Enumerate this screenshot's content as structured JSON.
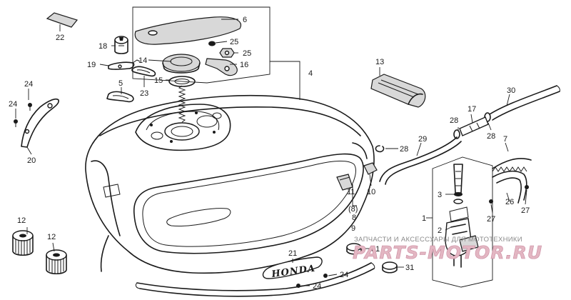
{
  "callouts": [
    {
      "label": "1"
    },
    {
      "label": "2"
    },
    {
      "label": "3"
    },
    {
      "label": "4"
    },
    {
      "label": "5"
    },
    {
      "label": "6"
    },
    {
      "label": "7"
    },
    {
      "label": "8"
    },
    {
      "label": "9"
    },
    {
      "label": "10"
    },
    {
      "label": "11"
    },
    {
      "label": "(8)"
    },
    {
      "label": "12"
    },
    {
      "label": "12"
    },
    {
      "label": "13"
    },
    {
      "label": "14"
    },
    {
      "label": "15"
    },
    {
      "label": "16"
    },
    {
      "label": "17"
    },
    {
      "label": "18"
    },
    {
      "label": "19"
    },
    {
      "label": "20"
    },
    {
      "label": "21"
    },
    {
      "label": "22"
    },
    {
      "label": "23"
    },
    {
      "label": "24"
    },
    {
      "label": "24"
    },
    {
      "label": "24"
    },
    {
      "label": "24"
    },
    {
      "label": "25"
    },
    {
      "label": "25"
    },
    {
      "label": "26"
    },
    {
      "label": "27"
    },
    {
      "label": "27"
    },
    {
      "label": "28"
    },
    {
      "label": "28"
    },
    {
      "label": "28"
    },
    {
      "label": "29"
    },
    {
      "label": "30"
    },
    {
      "label": "31"
    },
    {
      "label": "31"
    }
  ],
  "emblem_text": "HONDA",
  "watermark": {
    "caption": "ЗАПЧАСТИ И АКСЕССУАРЫ ДЛЯ МОТОТЕХНИКИ",
    "logo": "PARTS-MOTOR.RU"
  }
}
